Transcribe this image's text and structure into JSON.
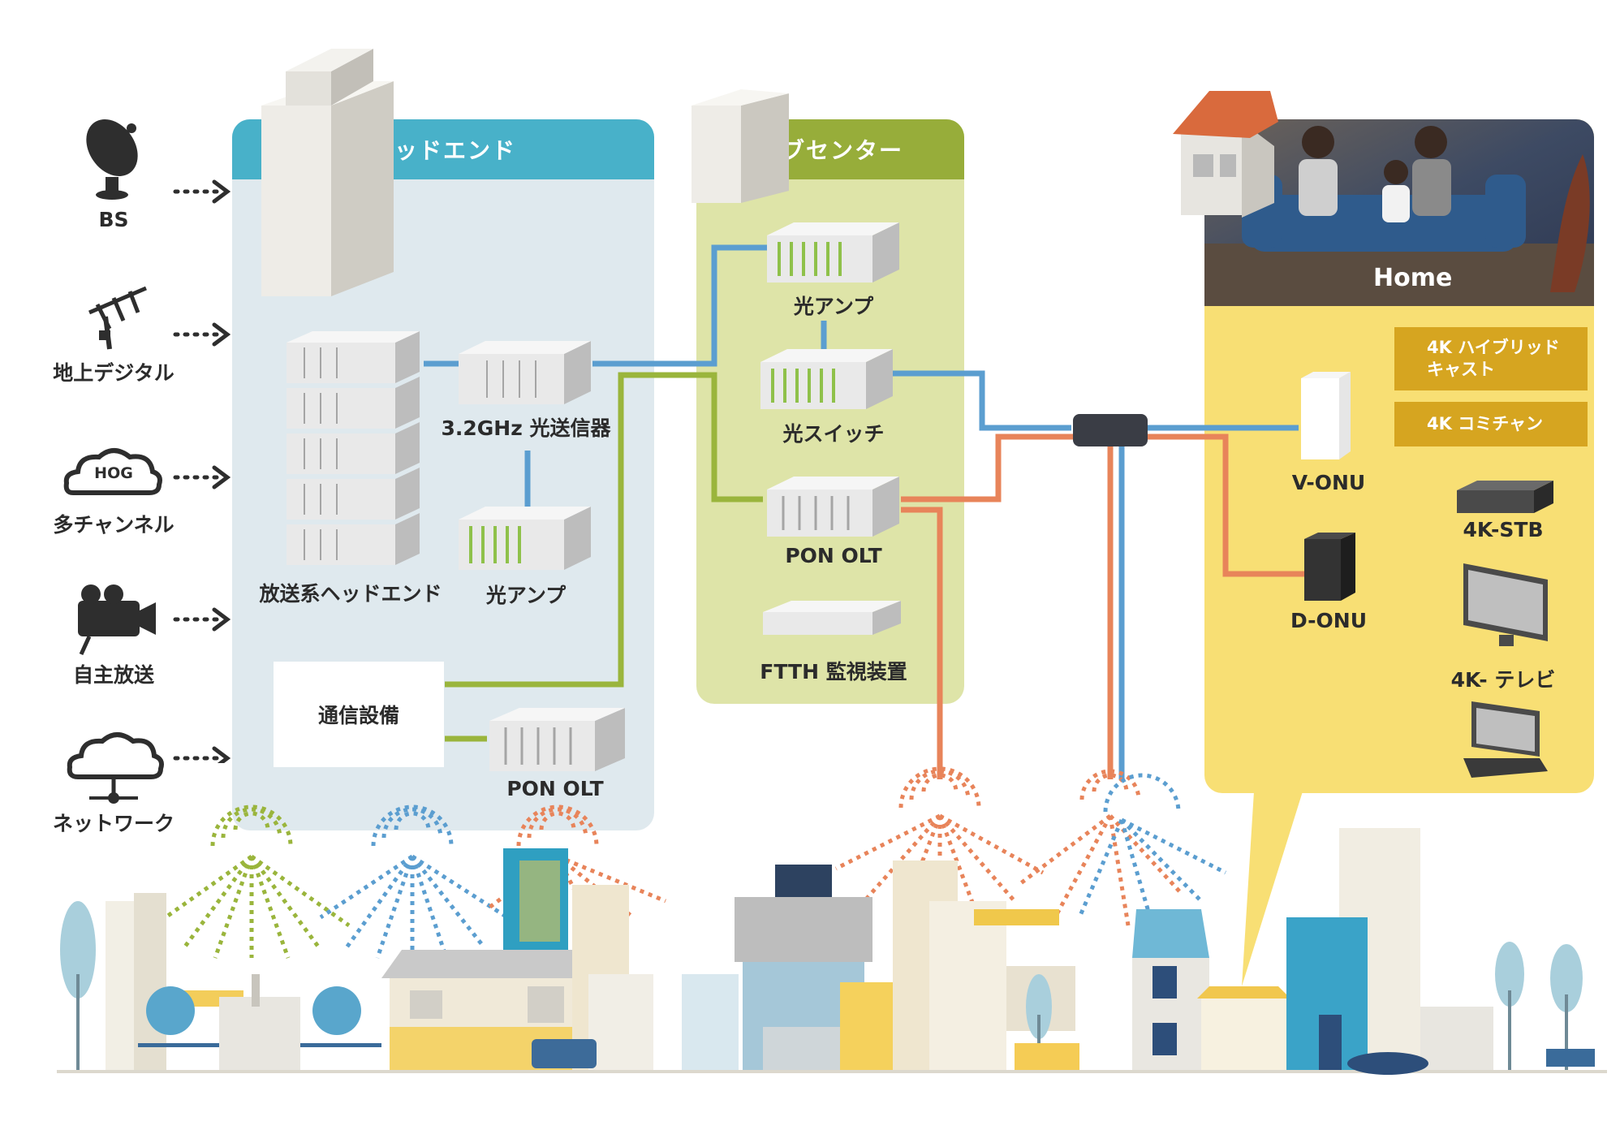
{
  "sources": [
    {
      "label": "BS",
      "icon": "satellite-dish-icon"
    },
    {
      "label": "地上デジタル",
      "icon": "tv-antenna-icon"
    },
    {
      "label": "多チャンネル",
      "icon": "hog-cloud-icon",
      "icon_text": "HOG"
    },
    {
      "label": "自主放送",
      "icon": "video-camera-icon"
    },
    {
      "label": "ネットワーク",
      "icon": "network-cloud-icon"
    }
  ],
  "headend": {
    "title": "ヘッドエンド",
    "devices": {
      "broadcast": "放送系ヘッドエンド",
      "transmitter": "3.2GHz 光送信器",
      "amp": "光アンプ",
      "comm": "通信設備",
      "olt": "PON OLT"
    }
  },
  "subcenter": {
    "title": "サブセンター",
    "devices": {
      "amp": "光アンプ",
      "switch": "光スイッチ",
      "olt": "PON OLT",
      "monitor": "FTTH 監視装置"
    }
  },
  "home": {
    "title": "Home",
    "vonu": "V-ONU",
    "donu": "D-ONU",
    "tags": [
      "4K ハイブリッド\nキャスト",
      "4K コミチャン"
    ],
    "stb": "4K-STB",
    "tv": "4K- テレビ"
  },
  "colors": {
    "headend": "#48b1c9",
    "subcenter": "#97ad3a",
    "home": "#f8df74",
    "blue_line": "#5b9ed0",
    "green_line": "#9ab53c",
    "orange_line": "#e8845a",
    "tag": "#d6a520"
  }
}
